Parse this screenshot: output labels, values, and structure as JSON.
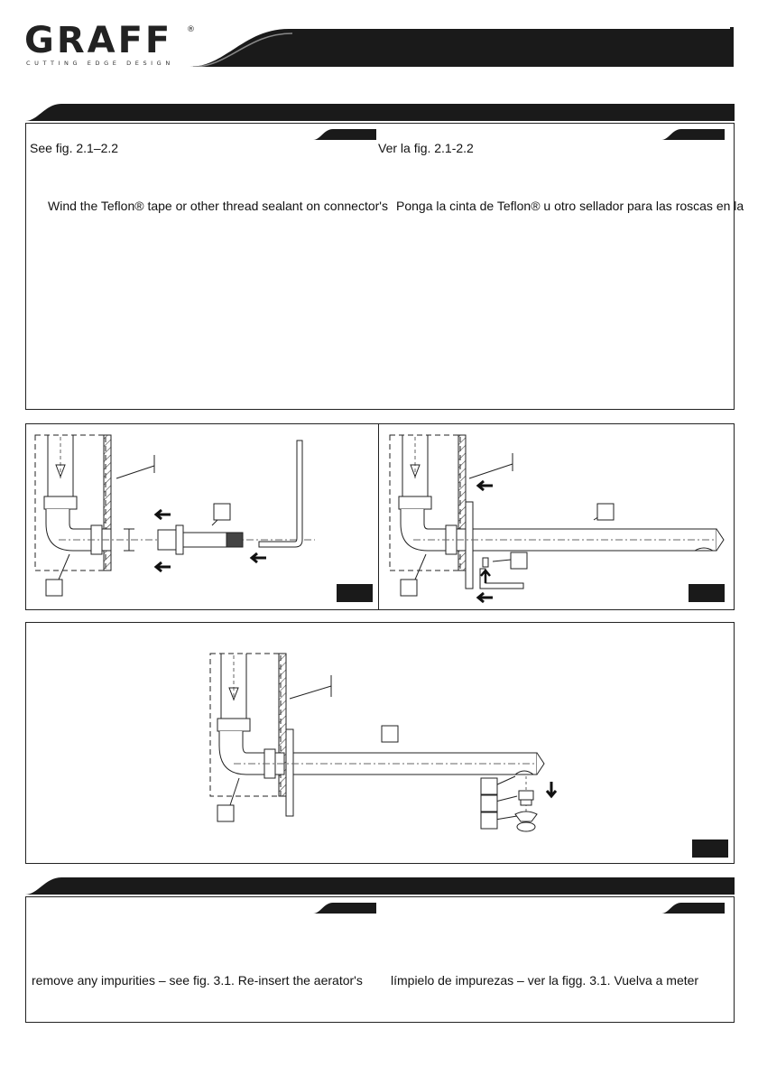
{
  "brand": {
    "name": "GRAFF",
    "registered": "®",
    "tagline": "CUTTING EDGE DESIGN"
  },
  "section1": {
    "en": {
      "ref": "See fig. 2.1–2.2",
      "line1": "Wind the Teflon® tape or other thread sealant on connector's"
    },
    "es": {
      "ref": "Ver la fig. 2.1-2.2",
      "line1": "Ponga la cinta de Teflon® u otro sellador para las roscas en la"
    }
  },
  "section2": {
    "en": {
      "line1": "remove any impurities – see fig. 3.1. Re-insert the aerator's"
    },
    "es": {
      "line1": "límpielo de impurezas – ver la figg. 3.1. Vuelva a meter"
    }
  },
  "colors": {
    "dark": "#1a1a1a",
    "line": "#222222",
    "hatch": "#444444"
  }
}
